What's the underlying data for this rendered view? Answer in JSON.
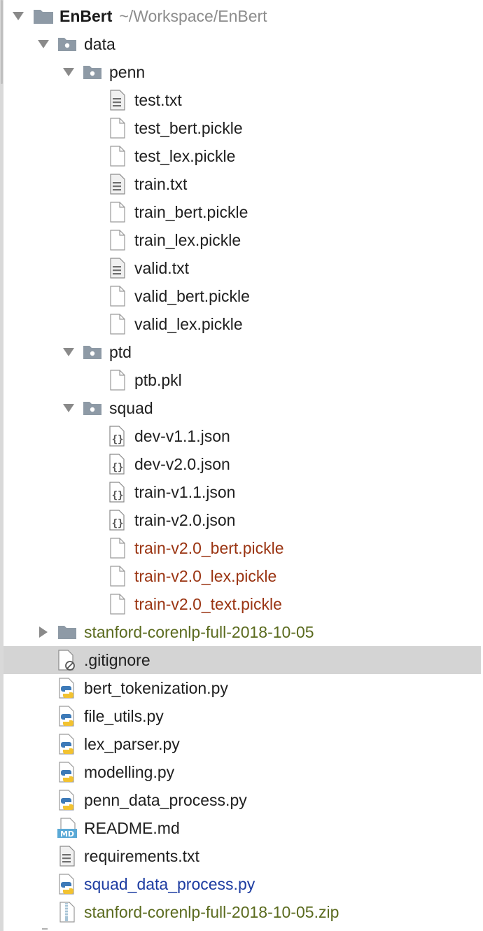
{
  "project": {
    "name": "EnBert",
    "path": "~/Workspace/EnBert"
  },
  "tree": [
    {
      "label": "data",
      "depth": 1,
      "kind": "folder-open",
      "expanded": true,
      "color": "normal"
    },
    {
      "label": "penn",
      "depth": 2,
      "kind": "folder-open",
      "expanded": true,
      "color": "normal"
    },
    {
      "label": "test.txt",
      "depth": 3,
      "kind": "text-file",
      "color": "normal"
    },
    {
      "label": "test_bert.pickle",
      "depth": 3,
      "kind": "blank-file",
      "color": "normal"
    },
    {
      "label": "test_lex.pickle",
      "depth": 3,
      "kind": "blank-file",
      "color": "normal"
    },
    {
      "label": "train.txt",
      "depth": 3,
      "kind": "text-file",
      "color": "normal"
    },
    {
      "label": "train_bert.pickle",
      "depth": 3,
      "kind": "blank-file",
      "color": "normal"
    },
    {
      "label": "train_lex.pickle",
      "depth": 3,
      "kind": "blank-file",
      "color": "normal"
    },
    {
      "label": "valid.txt",
      "depth": 3,
      "kind": "text-file",
      "color": "normal"
    },
    {
      "label": "valid_bert.pickle",
      "depth": 3,
      "kind": "blank-file",
      "color": "normal"
    },
    {
      "label": "valid_lex.pickle",
      "depth": 3,
      "kind": "blank-file",
      "color": "normal"
    },
    {
      "label": "ptd",
      "depth": 2,
      "kind": "folder-open",
      "expanded": true,
      "color": "normal"
    },
    {
      "label": "ptb.pkl",
      "depth": 3,
      "kind": "blank-file",
      "color": "normal"
    },
    {
      "label": "squad",
      "depth": 2,
      "kind": "folder-open",
      "expanded": true,
      "color": "normal"
    },
    {
      "label": "dev-v1.1.json",
      "depth": 3,
      "kind": "json-file",
      "color": "normal"
    },
    {
      "label": "dev-v2.0.json",
      "depth": 3,
      "kind": "json-file",
      "color": "normal"
    },
    {
      "label": "train-v1.1.json",
      "depth": 3,
      "kind": "json-file",
      "color": "normal"
    },
    {
      "label": "train-v2.0.json",
      "depth": 3,
      "kind": "json-file",
      "color": "normal"
    },
    {
      "label": "train-v2.0_bert.pickle",
      "depth": 3,
      "kind": "blank-file",
      "color": "ignored"
    },
    {
      "label": "train-v2.0_lex.pickle",
      "depth": 3,
      "kind": "blank-file",
      "color": "ignored"
    },
    {
      "label": "train-v2.0_text.pickle",
      "depth": 3,
      "kind": "blank-file",
      "color": "ignored"
    },
    {
      "label": "stanford-corenlp-full-2018-10-05",
      "depth": 1,
      "kind": "folder-closed",
      "expanded": false,
      "color": "excluded"
    },
    {
      "label": ".gitignore",
      "depth": 1,
      "kind": "ignore-file",
      "color": "normal",
      "selected": true
    },
    {
      "label": "bert_tokenization.py",
      "depth": 1,
      "kind": "python-file",
      "color": "normal"
    },
    {
      "label": "file_utils.py",
      "depth": 1,
      "kind": "python-file",
      "color": "normal"
    },
    {
      "label": "lex_parser.py",
      "depth": 1,
      "kind": "python-file",
      "color": "normal"
    },
    {
      "label": "modelling.py",
      "depth": 1,
      "kind": "python-file",
      "color": "normal"
    },
    {
      "label": "penn_data_process.py",
      "depth": 1,
      "kind": "python-file",
      "color": "normal"
    },
    {
      "label": "README.md",
      "depth": 1,
      "kind": "markdown-file",
      "color": "normal"
    },
    {
      "label": "requirements.txt",
      "depth": 1,
      "kind": "text-file",
      "color": "normal"
    },
    {
      "label": "squad_data_process.py",
      "depth": 1,
      "kind": "python-file",
      "color": "modified"
    },
    {
      "label": "stanford-corenlp-full-2018-10-05.zip",
      "depth": 1,
      "kind": "zip-file",
      "color": "excluded"
    }
  ],
  "colors": {
    "normal": "#1f1f1f",
    "ignored": "#9a3412",
    "excluded": "#5b6b1f",
    "modified": "#1d3ca1",
    "selection": "#d4d4d4",
    "folder": "#8e9aa6",
    "python_blue": "#3d7ab8",
    "python_yellow": "#f2c230",
    "markdown_blue": "#5aa9d6"
  }
}
